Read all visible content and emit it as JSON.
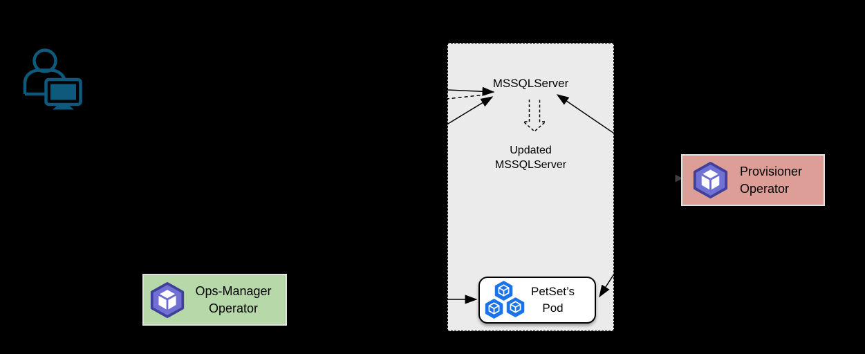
{
  "diagram": {
    "background_color": "#000000",
    "cluster": {
      "fill_color": "#ebebeb",
      "mssqlserver_label": "MSSQLServer",
      "updated_label_line1": "Updated",
      "updated_label_line2": "MSSQLServer",
      "pod_box": {
        "label_line1": "PetSet’s",
        "label_line2": "Pod",
        "fill_color": "#ffffff",
        "pod_icon_color": "#1a73e8"
      }
    },
    "ops_manager_box": {
      "label_line1": "Ops-Manager",
      "label_line2": "Operator",
      "fill_color": "#b7d9a9"
    },
    "provisioner_box": {
      "label_line1": "Provisioner",
      "label_line2": "Operator",
      "fill_color": "#dc9e96"
    },
    "icons": {
      "person_icon_color": "#0d5a7d",
      "operator_icon_fill": "#7170d4",
      "operator_icon_stroke": "#403f99"
    }
  }
}
